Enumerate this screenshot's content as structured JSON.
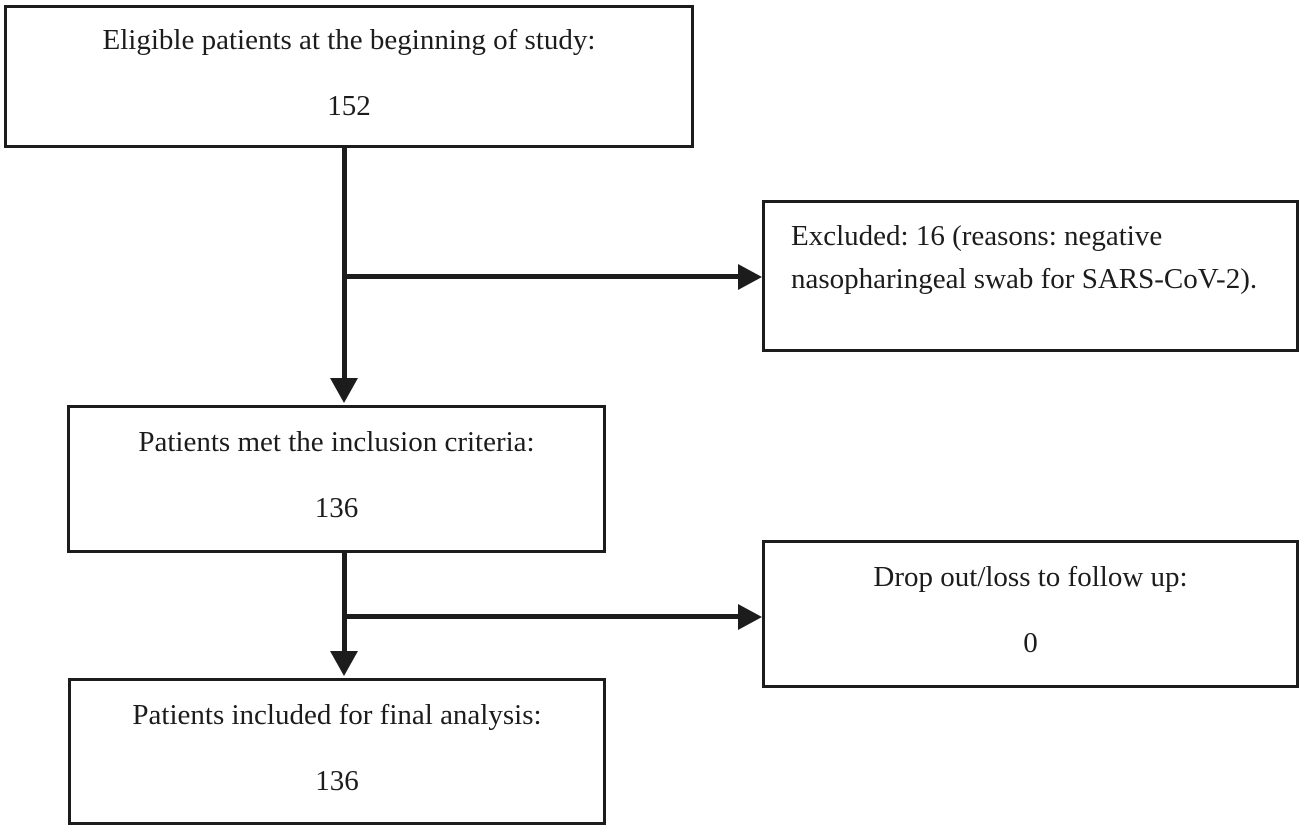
{
  "figure": {
    "type": "flowchart",
    "background_color": "#ffffff",
    "stroke_color": "#1c1c1c",
    "nodes": {
      "eligible": {
        "label": "Eligible patients at the beginning of study:",
        "count": "152"
      },
      "excluded": {
        "label": "Excluded: 16 (reasons: negative nasopharingeal swab for SARS-CoV-2)."
      },
      "inclusion": {
        "label": "Patients met the inclusion criteria:",
        "count": "136"
      },
      "dropout": {
        "label": "Drop out/loss to follow up:",
        "count": "0"
      },
      "final": {
        "label": "Patients included for final analysis:",
        "count": "136"
      }
    },
    "edges": [
      {
        "from": "eligible",
        "to": "inclusion",
        "style": "arrow-down"
      },
      {
        "from": "eligible",
        "to": "excluded",
        "style": "arrow-right-branch"
      },
      {
        "from": "inclusion",
        "to": "final",
        "style": "arrow-down"
      },
      {
        "from": "inclusion",
        "to": "dropout",
        "style": "arrow-right-branch"
      }
    ]
  }
}
